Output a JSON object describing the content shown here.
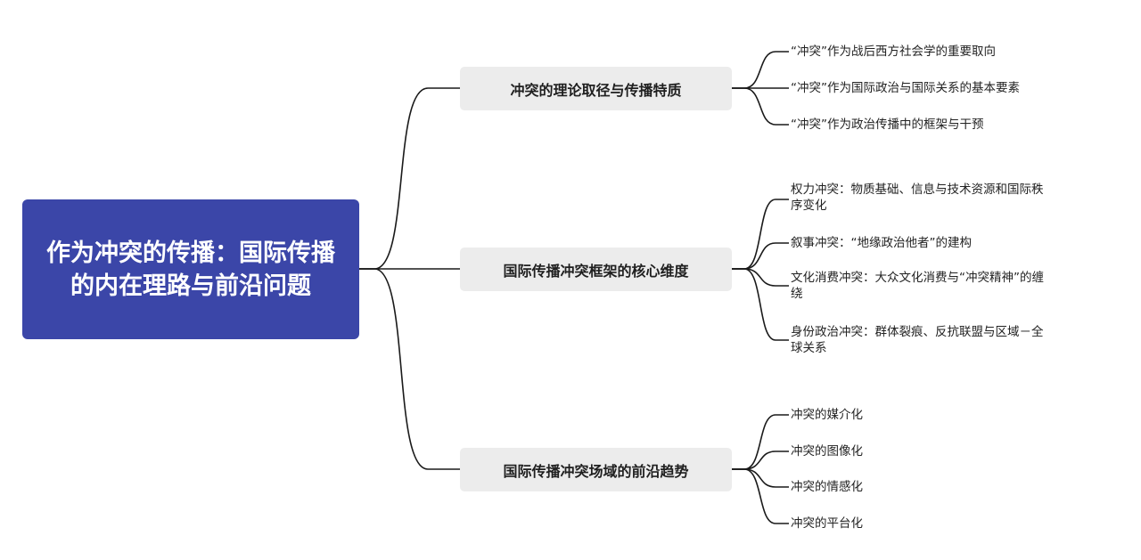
{
  "root": {
    "title": "作为冲突的传播：国际传播的内在理路与前沿问题"
  },
  "branches": [
    {
      "label": "冲突的理论取径与传播特质",
      "children": [
        "“冲突”作为战后西方社会学的重要取向",
        "“冲突”作为国际政治与国际关系的基本要素",
        "“冲突”作为政治传播中的框架与干预"
      ]
    },
    {
      "label": "国际传播冲突框架的核心维度",
      "children": [
        "权力冲突：物质基础、信息与技术资源和国际秩序变化",
        "叙事冲突：“地缘政治他者”的建构",
        "文化消费冲突：大众文化消费与“冲突精神”的缠绕",
        "身份政治冲突：群体裂痕、反抗联盟与区域－全球关系"
      ]
    },
    {
      "label": "国际传播冲突场域的前沿趋势",
      "children": [
        "冲突的媒介化",
        "冲突的图像化",
        "冲突的情感化",
        "冲突的平台化"
      ]
    }
  ],
  "colors": {
    "root_bg": "#3b46a8",
    "branch_bg": "#ececec",
    "line": "#1a1a1a"
  }
}
